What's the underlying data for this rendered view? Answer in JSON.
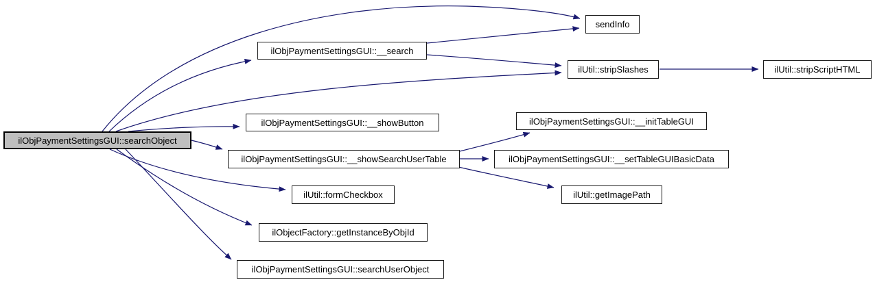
{
  "diagram_type": "call-graph",
  "colors": {
    "edge": "#191970",
    "node_fill": "#ffffff",
    "main_node_fill": "#bfbfbf",
    "node_border": "#000000",
    "text": "#000000",
    "background": "#ffffff"
  },
  "nodes": [
    {
      "id": "searchObject",
      "label": "ilObjPaymentSettingsGUI::searchObject",
      "main": true
    },
    {
      "id": "search",
      "label": "ilObjPaymentSettingsGUI::__search",
      "main": false
    },
    {
      "id": "sendInfo",
      "label": "sendInfo",
      "main": false
    },
    {
      "id": "stripSlashes",
      "label": "ilUtil::stripSlashes",
      "main": false
    },
    {
      "id": "stripScriptHTML",
      "label": "ilUtil::stripScriptHTML",
      "main": false
    },
    {
      "id": "showButton",
      "label": "ilObjPaymentSettingsGUI::__showButton",
      "main": false
    },
    {
      "id": "showSearchUserTable",
      "label": "ilObjPaymentSettingsGUI::__showSearchUserTable",
      "main": false
    },
    {
      "id": "initTableGUI",
      "label": "ilObjPaymentSettingsGUI::__initTableGUI",
      "main": false
    },
    {
      "id": "setTableGUIBasicData",
      "label": "ilObjPaymentSettingsGUI::__setTableGUIBasicData",
      "main": false
    },
    {
      "id": "getImagePath",
      "label": "ilUtil::getImagePath",
      "main": false
    },
    {
      "id": "formCheckbox",
      "label": "ilUtil::formCheckbox",
      "main": false
    },
    {
      "id": "getInstanceByObjId",
      "label": "ilObjectFactory::getInstanceByObjId",
      "main": false
    },
    {
      "id": "searchUserObject",
      "label": "ilObjPaymentSettingsGUI::searchUserObject",
      "main": false
    }
  ],
  "edges": [
    {
      "from": "searchObject",
      "to": "sendInfo"
    },
    {
      "from": "searchObject",
      "to": "search"
    },
    {
      "from": "searchObject",
      "to": "stripSlashes"
    },
    {
      "from": "searchObject",
      "to": "showButton"
    },
    {
      "from": "searchObject",
      "to": "showSearchUserTable"
    },
    {
      "from": "searchObject",
      "to": "formCheckbox"
    },
    {
      "from": "searchObject",
      "to": "getInstanceByObjId"
    },
    {
      "from": "searchObject",
      "to": "searchUserObject"
    },
    {
      "from": "search",
      "to": "sendInfo"
    },
    {
      "from": "search",
      "to": "stripSlashes"
    },
    {
      "from": "stripSlashes",
      "to": "stripScriptHTML"
    },
    {
      "from": "showSearchUserTable",
      "to": "initTableGUI"
    },
    {
      "from": "showSearchUserTable",
      "to": "setTableGUIBasicData"
    },
    {
      "from": "showSearchUserTable",
      "to": "getImagePath"
    }
  ]
}
